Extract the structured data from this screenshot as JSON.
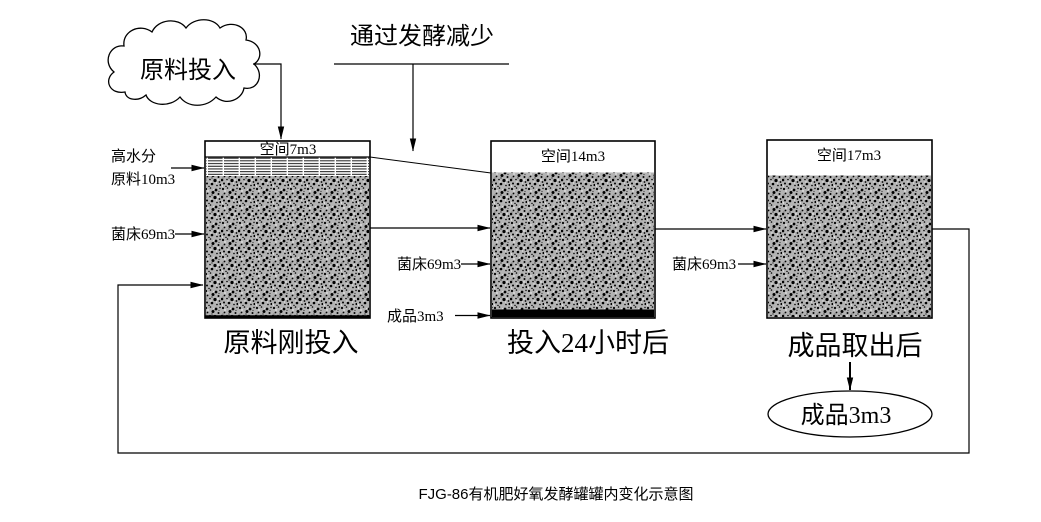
{
  "title": "通过发酵减少",
  "cloud": {
    "label": "原料投入"
  },
  "tanks": [
    {
      "space": "空间7m3",
      "caption": "原料刚投入"
    },
    {
      "space": "空间14m3",
      "caption": "投入24小时后"
    },
    {
      "space": "空间17m3",
      "caption": "成品取出后"
    }
  ],
  "annotations": {
    "high_moisture_line1": "高水分",
    "high_moisture_line2": "原料10m3",
    "bed_tank1": "菌床69m3",
    "bed_tank2": "菌床69m3",
    "bed_tank3": "菌床69m3",
    "product_in_tank2": "成品3m3",
    "product_out": "成品3m3"
  },
  "caption": "FJG-86有机肥好氧发酵罐罐内变化示意图",
  "colors": {
    "line": "#000000",
    "background": "#ffffff",
    "texture_base": "#b3b3b3"
  }
}
